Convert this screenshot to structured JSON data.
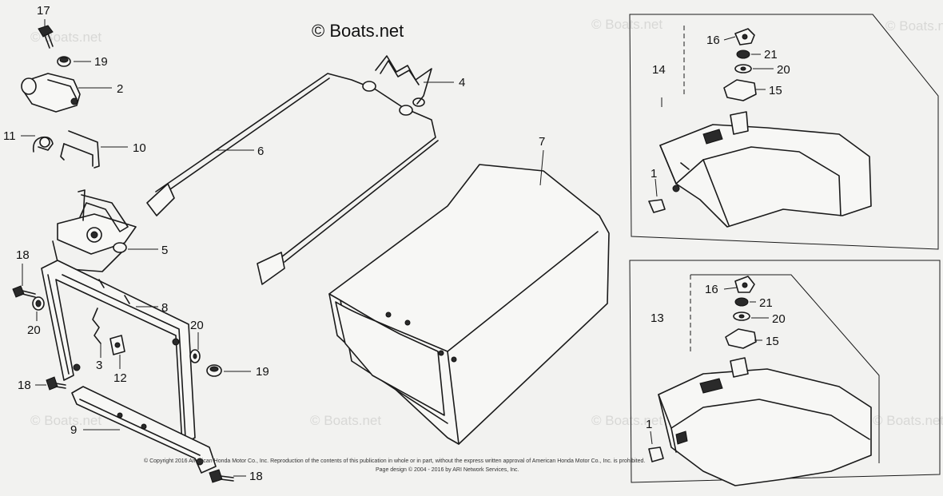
{
  "brand": "© Boats.net",
  "watermark": "© Boats.net",
  "copyright_lines": [
    "© Copyright 2016 American Honda Motor Co., Inc. Reproduction of the contents of this publication in whole or in part, without the express written approval of American Honda Motor Co., Inc. is prohibited.",
    "Page design © 2004 - 2016 by ARI Network Services, Inc."
  ],
  "callouts": [
    {
      "id": "c17a",
      "text": "17"
    },
    {
      "id": "c19a",
      "text": "19"
    },
    {
      "id": "c2",
      "text": "2"
    },
    {
      "id": "c11",
      "text": "11"
    },
    {
      "id": "c10",
      "text": "10"
    },
    {
      "id": "c6",
      "text": "6"
    },
    {
      "id": "c4",
      "text": "4"
    },
    {
      "id": "c7",
      "text": "7"
    },
    {
      "id": "c5",
      "text": "5"
    },
    {
      "id": "c18a",
      "text": "18"
    },
    {
      "id": "c20a",
      "text": "20"
    },
    {
      "id": "c8",
      "text": "8"
    },
    {
      "id": "c20b",
      "text": "20"
    },
    {
      "id": "c3",
      "text": "3"
    },
    {
      "id": "c12",
      "text": "12"
    },
    {
      "id": "c19b",
      "text": "19"
    },
    {
      "id": "c18b",
      "text": "18"
    },
    {
      "id": "c9",
      "text": "9"
    },
    {
      "id": "c18c",
      "text": "18"
    },
    {
      "id": "c16a",
      "text": "16"
    },
    {
      "id": "c21a",
      "text": "21"
    },
    {
      "id": "c14",
      "text": "14"
    },
    {
      "id": "c20c",
      "text": "20"
    },
    {
      "id": "c15a",
      "text": "15"
    },
    {
      "id": "c1a",
      "text": "1"
    },
    {
      "id": "c16b",
      "text": "16"
    },
    {
      "id": "c21b",
      "text": "21"
    },
    {
      "id": "c13",
      "text": "13"
    },
    {
      "id": "c20d",
      "text": "20"
    },
    {
      "id": "c15b",
      "text": "15"
    },
    {
      "id": "c1b",
      "text": "1"
    }
  ]
}
